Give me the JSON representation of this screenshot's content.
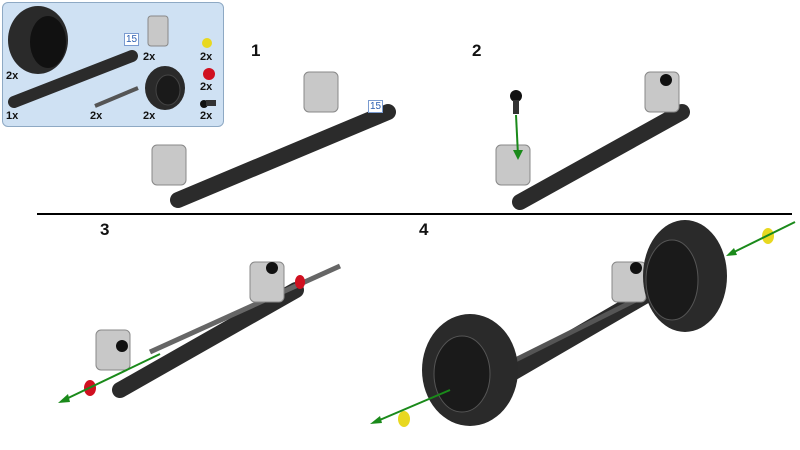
{
  "parts_list": {
    "items": [
      {
        "name": "tire",
        "qty": "2x"
      },
      {
        "name": "beam-15",
        "qty": "1x",
        "length": "15"
      },
      {
        "name": "pin-connector",
        "qty": "2x"
      },
      {
        "name": "yellow-bush",
        "qty": "2x"
      },
      {
        "name": "red-bush",
        "qty": "2x"
      },
      {
        "name": "black-pin",
        "qty": "2x"
      },
      {
        "name": "axle",
        "qty": "2x"
      },
      {
        "name": "rim",
        "qty": "2x"
      }
    ]
  },
  "steps": [
    {
      "number": "1",
      "beam_length": "15"
    },
    {
      "number": "2"
    },
    {
      "number": "3"
    },
    {
      "number": "4"
    }
  ],
  "colors": {
    "beam": "#2b2b2b",
    "connector": "#c8c8c8",
    "arrow": "#1a8a1a",
    "yellow": "#e8d820",
    "red": "#d01020"
  }
}
